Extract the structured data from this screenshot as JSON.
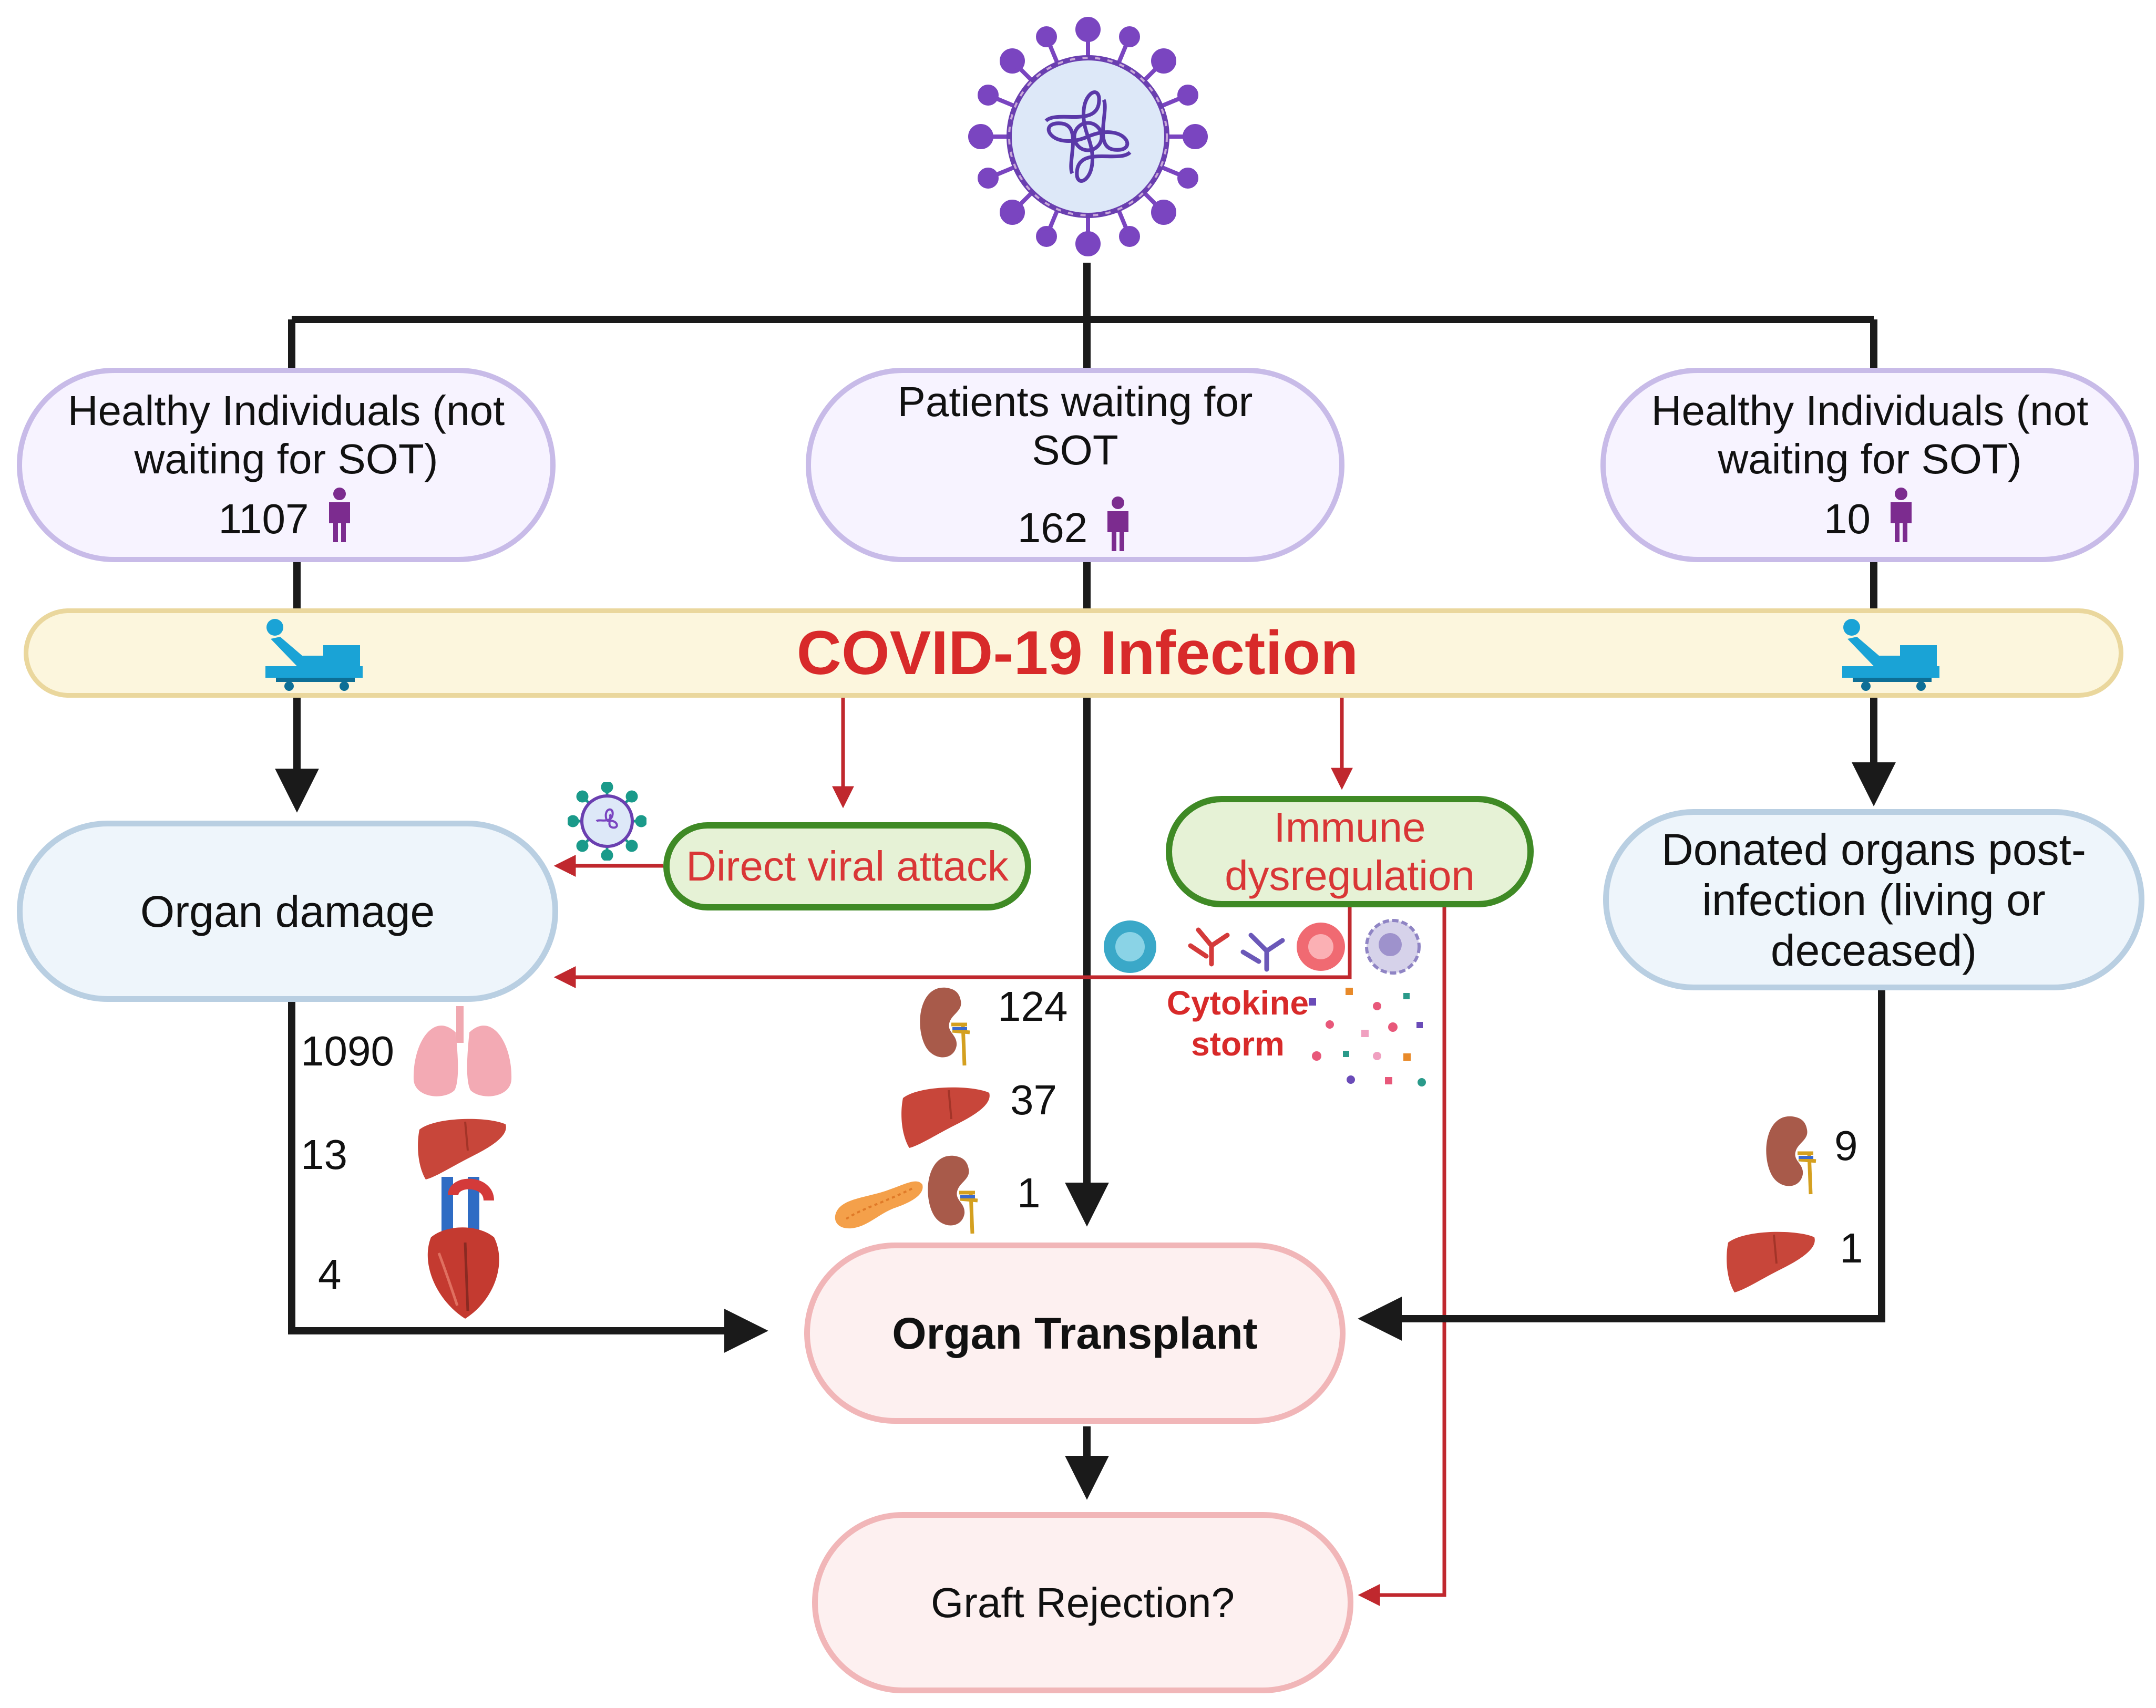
{
  "groups": {
    "left": {
      "label": "Healthy Individuals (not waiting for SOT)",
      "count": "1107"
    },
    "center": {
      "label": "Patients waiting for SOT",
      "count": "162"
    },
    "right": {
      "label": "Healthy Individuals (not waiting for SOT)",
      "count": "10"
    }
  },
  "infection": {
    "label": "COVID-19 Infection"
  },
  "mechanisms": {
    "direct": "Direct viral attack",
    "immune": "Immune dysregulation",
    "cytokine": "Cytokine storm"
  },
  "organ_damage": {
    "label": "Organ damage",
    "counts": {
      "lung": "1090",
      "liver": "13",
      "heart": "4"
    }
  },
  "waiting_transplants": {
    "kidney": "124",
    "liver": "37",
    "pancreas_kidney": "1"
  },
  "donated": {
    "label": "Donated organs post-infection (living or deceased)",
    "counts": {
      "kidney": "9",
      "liver": "1"
    }
  },
  "transplant": {
    "label": "Organ Transplant"
  },
  "rejection": {
    "label": "Graft Rejection?"
  },
  "colors": {
    "connector": "#1a1a1a",
    "mechanism_arrow": "#c0282e",
    "infection_text": "#d82a2a",
    "virus": "#7a45c0",
    "person": "#7c2c8f",
    "bed": "#1aa3d6"
  }
}
